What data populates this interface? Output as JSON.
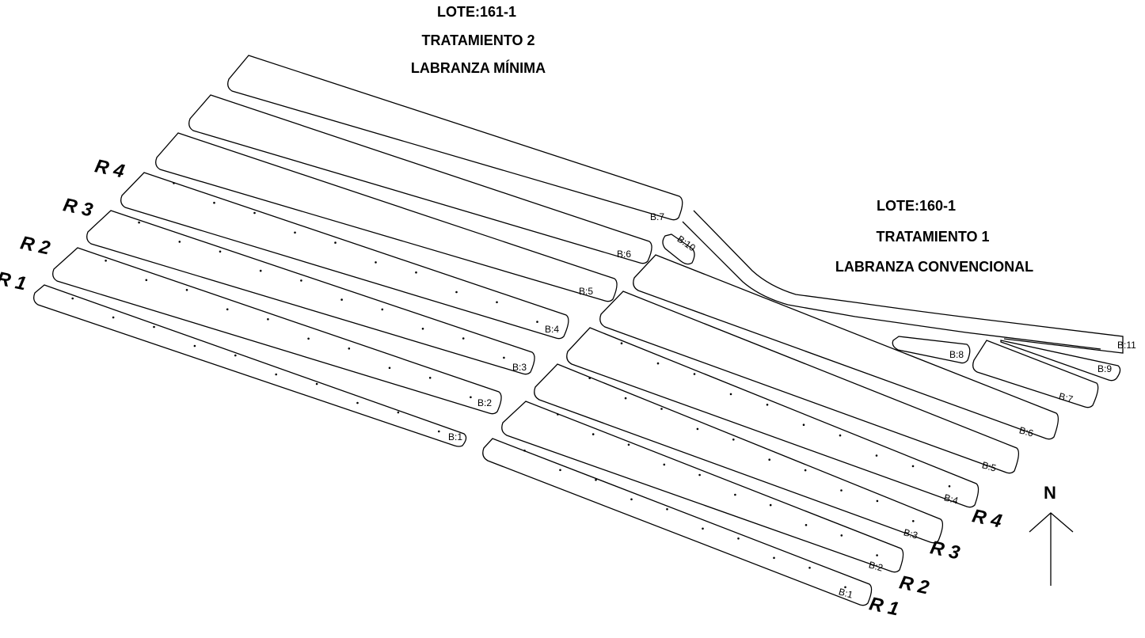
{
  "lot_left": {
    "lot": "LOTE:161-1",
    "treatment": "TRATAMIENTO 2",
    "tillage": "LABRANZA MÍNIMA",
    "beds": [
      "B:1",
      "B:2",
      "B:3",
      "B:4",
      "B:5",
      "B:6",
      "B:7"
    ],
    "reps": [
      "R 1",
      "R 2",
      "R 3",
      "R 4"
    ],
    "extra_bed": "B:10"
  },
  "lot_right": {
    "lot": "LOTE:160-1",
    "treatment": "TRATAMIENTO 1",
    "tillage": "LABRANZA CONVENCIONAL",
    "beds": [
      "B:1",
      "B:2",
      "B:3",
      "B:4",
      "B:5",
      "B:6",
      "B:7",
      "B:8",
      "B:9",
      "B:11"
    ],
    "reps": [
      "R 1",
      "R 2",
      "R 3",
      "R 4"
    ]
  },
  "compass": {
    "label": "N"
  },
  "colors": {
    "ink": "#000000",
    "background": "#ffffff"
  }
}
